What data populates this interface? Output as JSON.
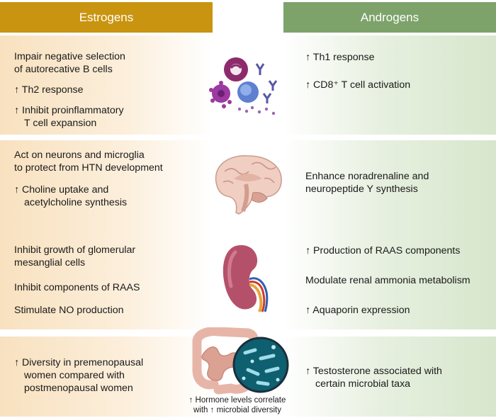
{
  "headers": {
    "left": "Estrogens",
    "right": "Androgens"
  },
  "rows": [
    {
      "left": [
        "Impair negative selection",
        "of autorecative B cells",
        "↑ Th2 response",
        "↑ Inhibit proinflammatory",
        "T cell expansion"
      ],
      "right": [
        "↑ Th1 response",
        "↑ CD8⁺ T cell activation"
      ],
      "icon": "immune-cells-icon"
    },
    {
      "left": [
        "Act on neurons and microglia",
        "to protect from HTN development",
        "↑ Choline uptake and",
        "acetylcholine synthesis"
      ],
      "right": [
        "Enhance noradrenaline and",
        "neuropeptide Y synthesis"
      ],
      "icon": "brain-icon"
    },
    {
      "left": [
        "Inhibit growth of glomerular",
        "mesanglial cells",
        "Inhibit components of RAAS",
        "Stimulate NO production"
      ],
      "right": [
        "↑ Production of RAAS components",
        "Modulate renal ammonia metabolism",
        "↑ Aquaporin expression"
      ],
      "icon": "kidney-icon"
    },
    {
      "left": [
        "↑ Diversity in premenopausal",
        "women compared with",
        "postmenopausal women"
      ],
      "right": [
        "↑ Testosterone associated with",
        "certain microbial taxa"
      ],
      "icon": "gut-microbiome-icon",
      "caption": [
        "↑ Hormone levels correlate",
        "with ↑ microbial diversity"
      ]
    }
  ],
  "colors": {
    "estrogen_header": "#c9940f",
    "androgen_header": "#7da36a",
    "estrogen_panel": "#f8e1bf",
    "androgen_panel": "#d7e6cc"
  }
}
